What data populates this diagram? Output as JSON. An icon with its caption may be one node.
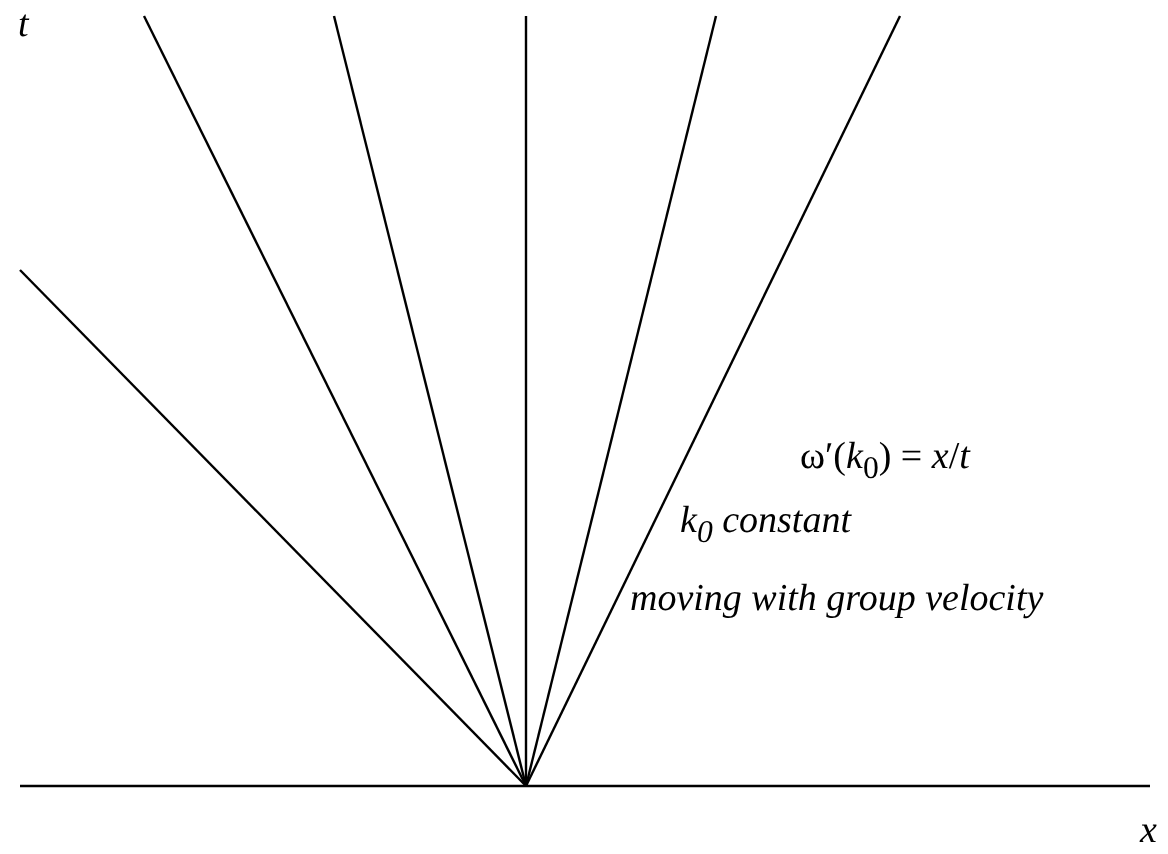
{
  "diagram": {
    "labels": [
      "t",
      "ω′(*k*$_{0}$) = *x*/*t*",
      "*k*$_{0}$ *constant*",
      "moving with group velocity",
      "x"
    ]
  }
}
